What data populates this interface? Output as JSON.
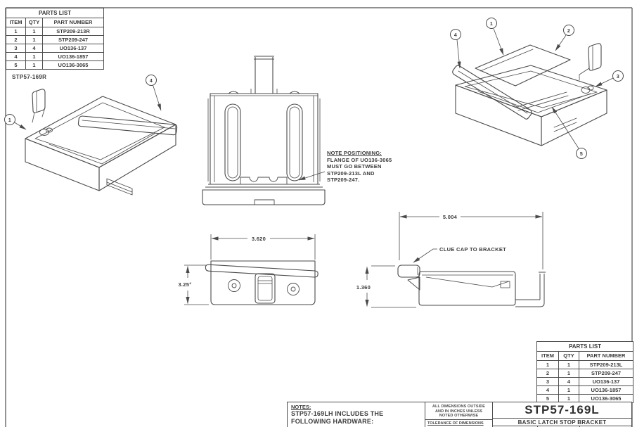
{
  "sheet": {
    "ink_color": "#4a4a4a",
    "left_parts_list": {
      "title": "PARTS LIST",
      "columns": [
        "ITEM",
        "QTY",
        "PART NUMBER"
      ],
      "rows": [
        [
          "1",
          "1",
          "STP209-213R"
        ],
        [
          "2",
          "1",
          "STP209-247"
        ],
        [
          "3",
          "4",
          "UO136-137"
        ],
        [
          "4",
          "1",
          "UO136-1857"
        ],
        [
          "5",
          "1",
          "UO136-3065"
        ]
      ]
    },
    "right_parts_list": {
      "title": "PARTS LIST",
      "columns": [
        "ITEM",
        "QTY",
        "PART NUMBER"
      ],
      "rows": [
        [
          "1",
          "1",
          "STP209-213L"
        ],
        [
          "2",
          "1",
          "STP209-247"
        ],
        [
          "3",
          "4",
          "UO136-137"
        ],
        [
          "4",
          "1",
          "UO136-1857"
        ],
        [
          "5",
          "1",
          "UO136-3065"
        ]
      ]
    },
    "left_view_label": "STP57-169R",
    "note_positioning": {
      "heading": "NOTE POSITIONING:",
      "line1": "FLANGE OF UO136-3065",
      "line2": "MUST GO BETWEEN",
      "line3": "STP209-213L AND",
      "line4": "STP209-247."
    },
    "dims": {
      "front_width": "3.620",
      "front_angle": "3.25°",
      "side_width": "5.004",
      "side_height": "1.360"
    },
    "callout_glue": "CLUE CAP TO BRACKET",
    "balloons": {
      "left": [
        "1",
        "4"
      ],
      "right": [
        "4",
        "1",
        "2",
        "3",
        "5"
      ]
    },
    "notes": {
      "heading": "NOTES:",
      "part_bold": "STP57-169LH",
      "line1_rest": " INCLUDES THE",
      "line2": "FOLLOWING HARDWARE:"
    },
    "tolerance": {
      "line1": "ALL DIMENSIONS OUTSIDE",
      "line2": "AND IN INCHES UNLESS",
      "line3": "NOTED OTHERWISE",
      "footer": "TOLERANCE OF DIMENSIONS"
    },
    "title_block": {
      "part_number": "STP57-169L",
      "description": "BASIC LATCH STOP BRACKET"
    }
  }
}
